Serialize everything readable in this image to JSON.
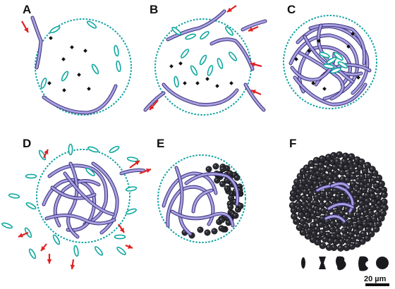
{
  "panels": [
    {
      "id": "A",
      "label": "A"
    },
    {
      "id": "B",
      "label": "B"
    },
    {
      "id": "C",
      "label": "C"
    },
    {
      "id": "D",
      "label": "D"
    },
    {
      "id": "E",
      "label": "E"
    },
    {
      "id": "F",
      "label": "F"
    }
  ],
  "scale_bar": {
    "label": "20 µm"
  },
  "colors": {
    "membrane": "#14a3a3",
    "filament_outline": "#3a2e78",
    "filament_fill": "#a69fe0",
    "spore_outline": "#10a8a0",
    "arrow": "#e02020",
    "bead": "#2a2a30"
  },
  "legend_icons": [
    "membrane-circle",
    "filament",
    "spore",
    "arrow",
    "bead"
  ]
}
